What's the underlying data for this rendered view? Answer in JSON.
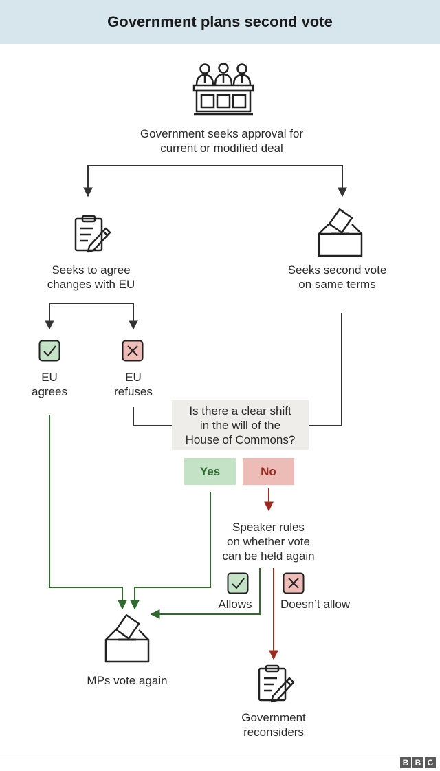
{
  "title": "Government plans second vote",
  "nodes": {
    "start": "Government seeks approval for\ncurrent or modified deal",
    "seek_changes": "Seeks to agree\nchanges with EU",
    "second_vote": "Seeks second vote\non same terms",
    "eu_agrees": "EU\nagrees",
    "eu_refuses": "EU\nrefuses",
    "question": "Is there a clear shift\nin the will of the\nHouse of Commons?",
    "yes": "Yes",
    "no": "No",
    "speaker": "Speaker rules\non whether vote\ncan be held again",
    "allows": "Allows",
    "doesnt_allow": "Doesn’t allow",
    "mps_vote": "MPs vote again",
    "reconsiders": "Government\nreconsiders"
  },
  "footer": {
    "brand": [
      "B",
      "B",
      "C"
    ]
  },
  "icons": {
    "mps": "parliament-bench-icon",
    "clipboard": "clipboard-pen-icon",
    "ballot": "ballot-box-icon",
    "check": "check-box-icon",
    "cross": "cross-box-icon"
  },
  "colors": {
    "header_bg": "#d6e6ec",
    "question_bg": "#efedea",
    "yes_bg": "#c4e2c6",
    "no_bg": "#eebcb6",
    "green_line": "#2f6b2e",
    "red_line": "#9b2b1f",
    "grey_line": "#333333"
  }
}
